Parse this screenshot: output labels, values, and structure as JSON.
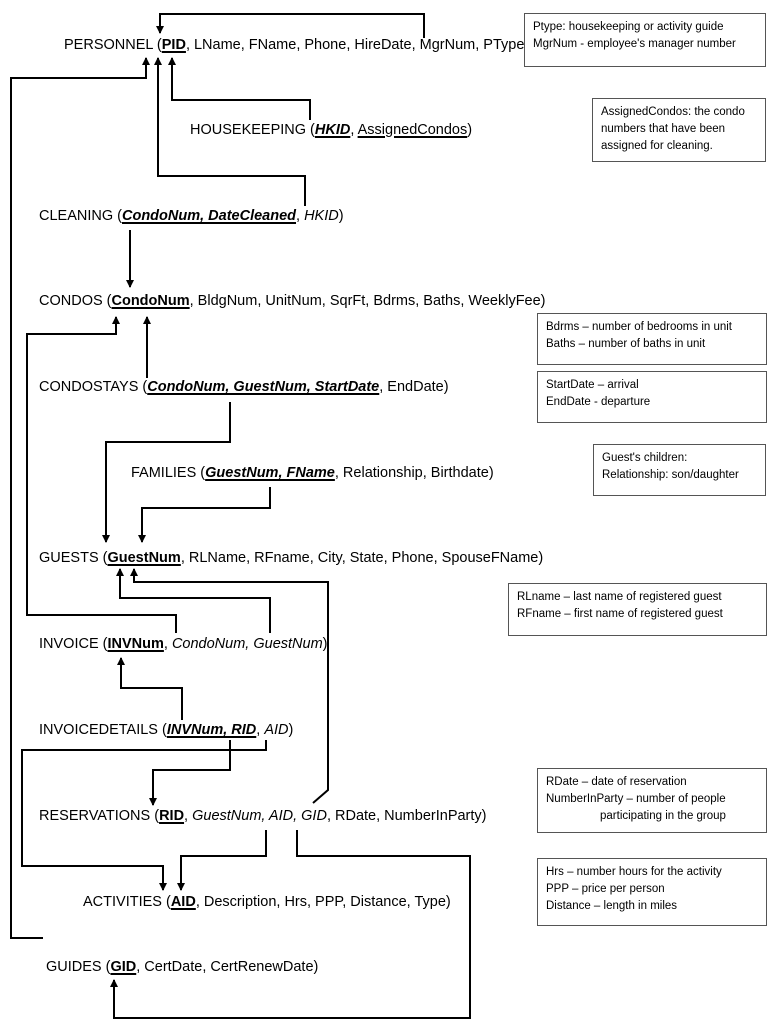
{
  "relations": {
    "personnel": {
      "name": "PERSONNEL (",
      "pk": "PID",
      "rest": ", LName, FName, Phone, HireDate, MgrNum, PType)"
    },
    "housekeeping": {
      "name": "HOUSEKEEPING (",
      "pk": "HKID",
      "sep": ", ",
      "attr": "AssignedCondos",
      "close": ")"
    },
    "cleaning": {
      "name": "CLEANING (",
      "pk": "CondoNum, DateCleaned",
      "sep": ", ",
      "fk": "HKID",
      "close": ")"
    },
    "condos": {
      "name": "CONDOS (",
      "pk": "CondoNum",
      "rest": ", BldgNum, UnitNum, SqrFt, Bdrms, Baths, WeeklyFee)"
    },
    "condostays": {
      "name": "CONDOSTAYS (",
      "pk": "CondoNum, GuestNum, StartDate",
      "rest": ", EndDate)"
    },
    "families": {
      "name": "FAMILIES (",
      "pk": "GuestNum, FName",
      "rest": ", Relationship, Birthdate)"
    },
    "guests": {
      "name": "GUESTS (",
      "pk": "GuestNum",
      "rest": ", RLName, RFname, City, State, Phone, SpouseFName)"
    },
    "invoice": {
      "name": "INVOICE (",
      "pk": "INVNum",
      "sep": ", ",
      "fk": "CondoNum, GuestNum",
      "close": ")"
    },
    "invoicedetails": {
      "name": "INVOICEDETAILS (",
      "pk": "INVNum, RID",
      "sep": ", ",
      "fk": "AID",
      "close": ")"
    },
    "reservations": {
      "name": "RESERVATIONS (",
      "pk": "RID",
      "sep": ", ",
      "fk": "GuestNum, AID, GID",
      "rest": ", RDate, NumberInParty)"
    },
    "activities": {
      "name": "ACTIVITIES (",
      "pk": "AID",
      "rest": ", Description, Hrs, PPP, Distance, Type)"
    },
    "guides": {
      "name": "GUIDES (",
      "pk": "GID",
      "rest": ", CertDate, CertRenewDate)"
    }
  },
  "notes": {
    "personnel": [
      "Ptype: housekeeping or activity guide",
      "MgrNum - employee's manager number"
    ],
    "housekeeping": [
      "AssignedCondos: the condo",
      "numbers that have been",
      "assigned for cleaning."
    ],
    "condos": [
      "Bdrms – number of bedrooms in unit",
      "Baths – number of baths in unit"
    ],
    "condostays": [
      "StartDate – arrival",
      "EndDate - departure"
    ],
    "families": [
      "Guest's children:",
      "Relationship: son/daughter"
    ],
    "guests": [
      "RLname – last name of registered guest",
      "RFname – first name of registered guest"
    ],
    "reservations": [
      "RDate – date of reservation",
      "NumberInParty – number of people",
      "participating in the group"
    ],
    "activities": [
      "Hrs – number hours for the activity",
      "PPP – price per person",
      "Distance – length in miles"
    ]
  },
  "colors": {
    "line": "#000000",
    "note_border": "#555555"
  }
}
